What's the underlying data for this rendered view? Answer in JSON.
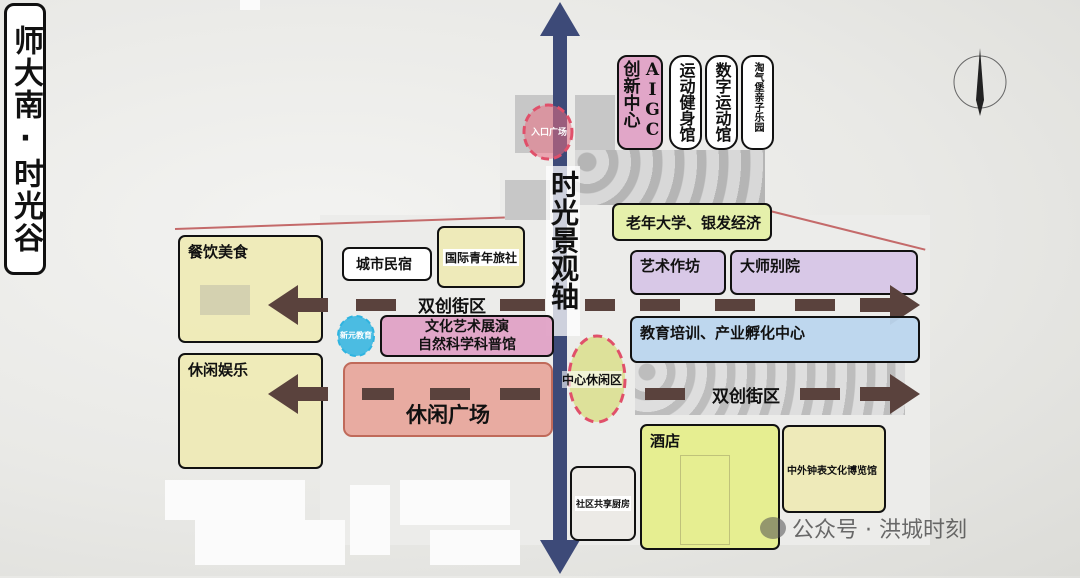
{
  "title": "师大南·时光谷",
  "axis_label": "时光景观轴",
  "streets": [
    "双创街区",
    "双创街区"
  ],
  "zones": {
    "aigc": "AIGC创新中心",
    "sports_fitness": "运动健身馆",
    "digital_sports": "数字运动馆",
    "hunqi": "淘气堡亲子乐园",
    "senior": "老年大学、银发经济",
    "dining": "餐饮美食",
    "city_bnb": "城市民宿",
    "youth_hostel": "国际青年旅社",
    "art_studio": "艺术作坊",
    "master_villa": "大师别院",
    "culture_show": "文化艺术展演",
    "nature_museum": "自然科学科普馆",
    "education": "教育培训、产业孵化中心",
    "leisure_ent": "休闲娱乐",
    "leisure_plaza": "休闲广场",
    "center_leisure": "中心休闲区",
    "hotel": "酒店",
    "clock_museum": "中外钟表文化博览馆",
    "community_kitchen": "社区共享厨房"
  },
  "markers": {
    "entrance": "入口广场",
    "small_badge": "新元教育"
  },
  "watermark": "公众号 · 洪城时刻",
  "colors": {
    "axis": "#3d4a78",
    "arrow": "#5a423d",
    "pink_marker": "#e0506a",
    "blue_marker": "#2fb4e0"
  }
}
